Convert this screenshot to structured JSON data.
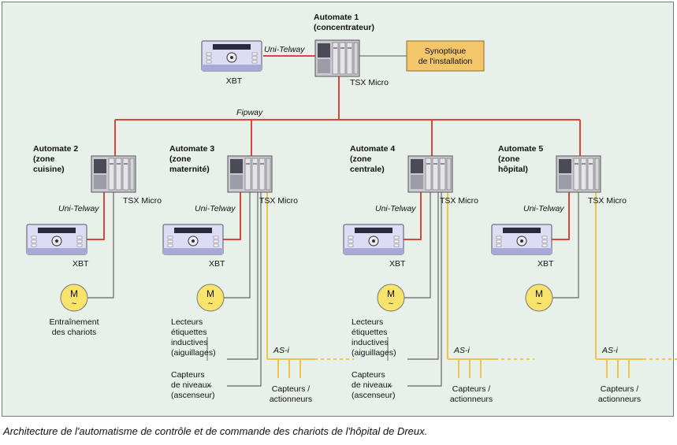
{
  "top": {
    "automate_title": "Automate 1",
    "automate_subtitle": "(concentrateur)",
    "xbt_label": "XBT",
    "uni_telway_label": "Uni-Telway",
    "tsx_label": "TSX Micro",
    "synoptique_line1": "Synoptique",
    "synoptique_line2": "de l'installation"
  },
  "fipway_label": "Fipway",
  "zones": [
    {
      "title": "Automate 2",
      "line2": "(zone",
      "line3": "cuisine)",
      "tsx": "TSX Micro",
      "uni": "Uni-Telway",
      "xbt": "XBT",
      "motor": "M",
      "motor_label1": "Entraînement",
      "motor_label2": "des chariots"
    },
    {
      "title": "Automate 3",
      "line2": "(zone",
      "line3": "maternité)",
      "tsx": "TSX Micro",
      "uni": "Uni-Telway",
      "xbt": "XBT",
      "motor": "M",
      "lecteurs": [
        "Lecteurs",
        "étiquettes",
        "inductives",
        "(aiguillages)"
      ],
      "capteurs_niveaux": [
        "Capteurs",
        "de niveaux",
        "(ascenseur)"
      ],
      "asi": "AS-i",
      "capteurs_act": [
        "Capteurs /",
        "actionneurs"
      ]
    },
    {
      "title": "Automate 4",
      "line2": "(zone",
      "line3": "centrale)",
      "tsx": "TSX Micro",
      "uni": "Uni-Telway",
      "xbt": "XBT",
      "motor": "M",
      "lecteurs": [
        "Lecteurs",
        "étiquettes",
        "inductives",
        "(aiguillages)"
      ],
      "capteurs_niveaux": [
        "Capteurs",
        "de niveaux",
        "(ascenseur)"
      ],
      "asi": "AS-i",
      "capteurs_act": [
        "Capteurs /",
        "actionneurs"
      ]
    },
    {
      "title": "Automate 5",
      "line2": "(zone",
      "line3": "hôpital)",
      "tsx": "TSX Micro",
      "uni": "Uni-Telway",
      "xbt": "XBT",
      "motor": "M",
      "asi": "AS-i",
      "capteurs_act": [
        "Capteurs /",
        "actionneurs"
      ]
    }
  ],
  "caption": "Architecture de l'automatisme de contrôle et de commande des chariots de l'hôpital de Dreux.",
  "colors": {
    "background": "#e8f0ea",
    "fipway_red": "#d9463a",
    "asi_yellow": "#f0c44c",
    "synoptique_fill": "#f3c66c",
    "motor_fill": "#f8e46a"
  }
}
